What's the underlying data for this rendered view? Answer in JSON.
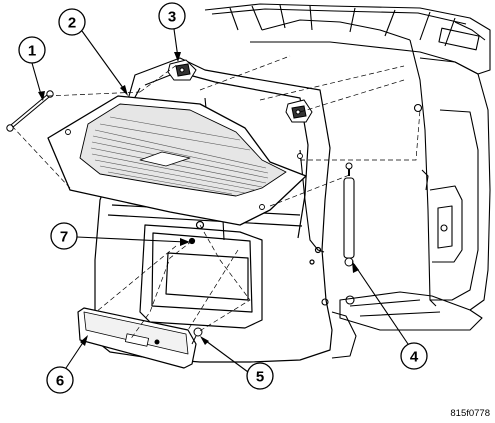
{
  "callouts": [
    {
      "number": "1",
      "part": "liftglass support cylinder (left)"
    },
    {
      "number": "2",
      "part": "liftglass"
    },
    {
      "number": "3",
      "part": "liftglass hinge"
    },
    {
      "number": "4",
      "part": "liftglass support cylinder (right)"
    },
    {
      "number": "5",
      "part": "fastener"
    },
    {
      "number": "6",
      "part": "applique"
    },
    {
      "number": "7",
      "part": "liftglass latch"
    }
  ],
  "figure_code": "815f0778",
  "colors": {
    "line": "#000000",
    "background": "#ffffff",
    "glass": "#e6e6e6"
  }
}
